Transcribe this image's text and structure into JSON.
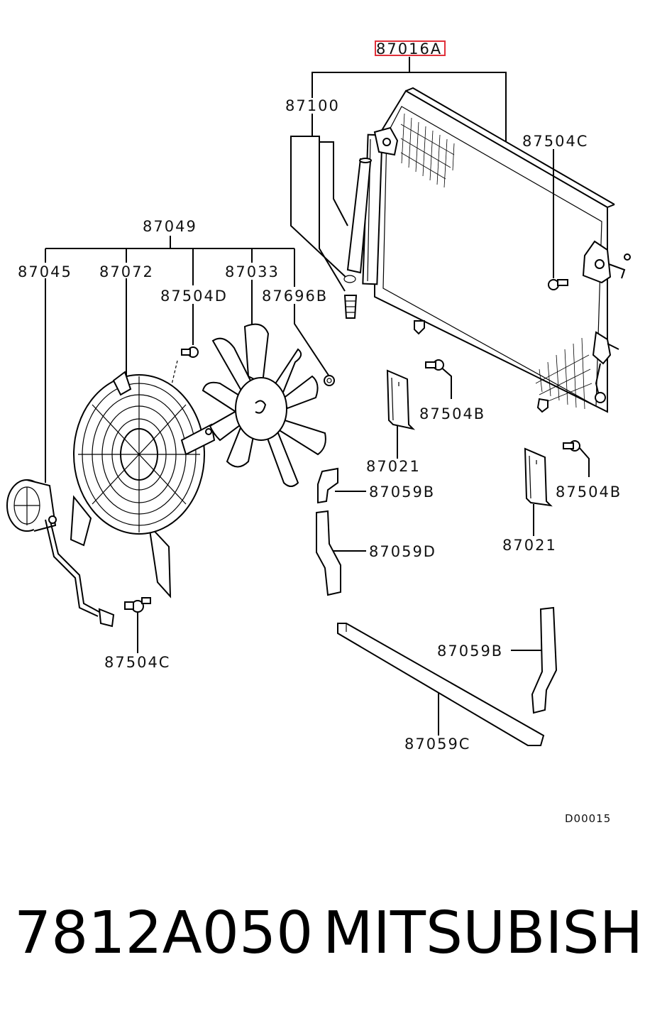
{
  "labels": {
    "assy": "87016A",
    "l87100": "87100",
    "l87504c_top": "87504C",
    "l87049": "87049",
    "l87045": "87045",
    "l87072": "87072",
    "l87033": "87033",
    "l87504d": "87504D",
    "l87696b": "87696B",
    "l87504b_1": "87504B",
    "l87021_1": "87021",
    "l87059b_1": "87059B",
    "l87504b_2": "87504B",
    "l87021_2": "87021",
    "l87059d": "87059D",
    "l87504c_bottom": "87504C",
    "l87059b_2": "87059B",
    "l87059c": "87059C",
    "diagram_code": "D00015"
  },
  "colors": {
    "highlight_box": "#e0303a",
    "ink": "#000000"
  },
  "footer": {
    "part_number": "7812A050",
    "brand": "MITSUBISHI"
  }
}
